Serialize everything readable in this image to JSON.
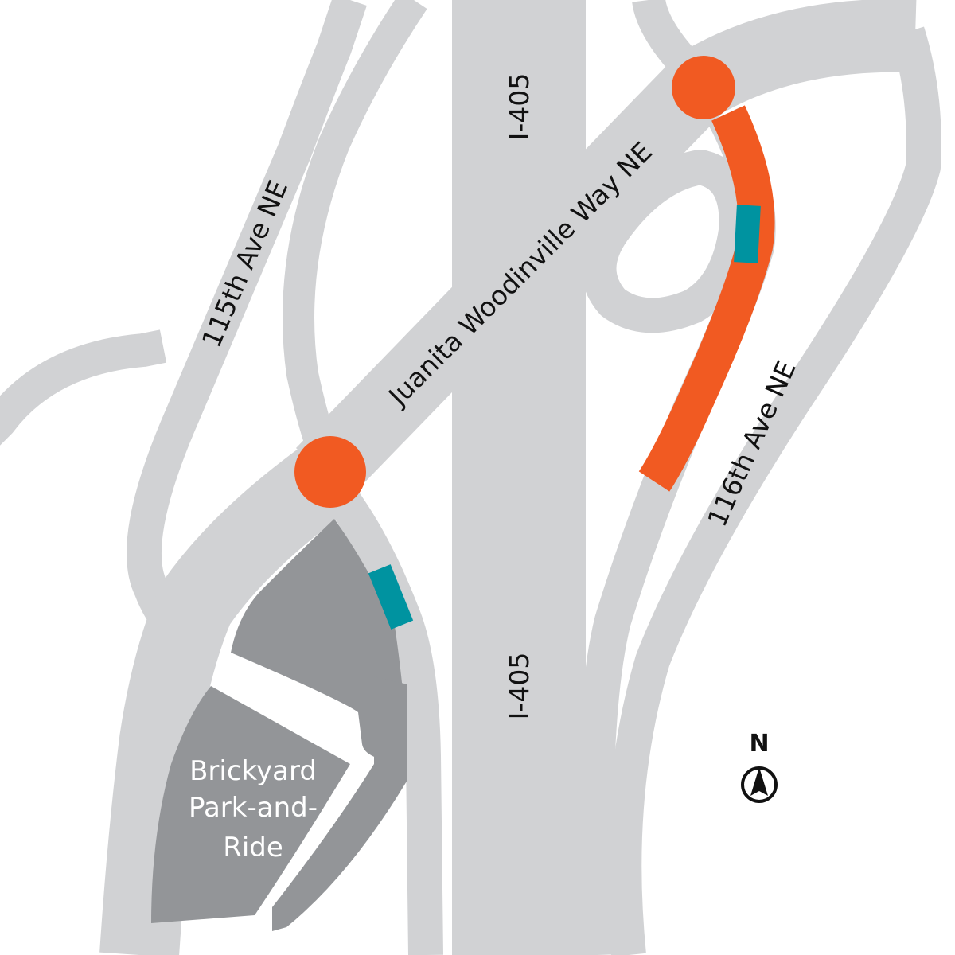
{
  "labels": {
    "i405_upper": "I-405",
    "i405_lower": "I-405",
    "ave115": "115th Ave NE",
    "juanita": "Juanita Woodinville Way NE",
    "ave116": "116th Ave NE",
    "park_ride_line1": "Brickyard",
    "park_ride_line2": "Park-and-",
    "park_ride_line3": "Ride",
    "north": "N"
  },
  "colors": {
    "road": "#d1d2d4",
    "park_ride": "#939598",
    "route": "#f15a22",
    "stop": "#0093a0",
    "background": "#ffffff"
  }
}
